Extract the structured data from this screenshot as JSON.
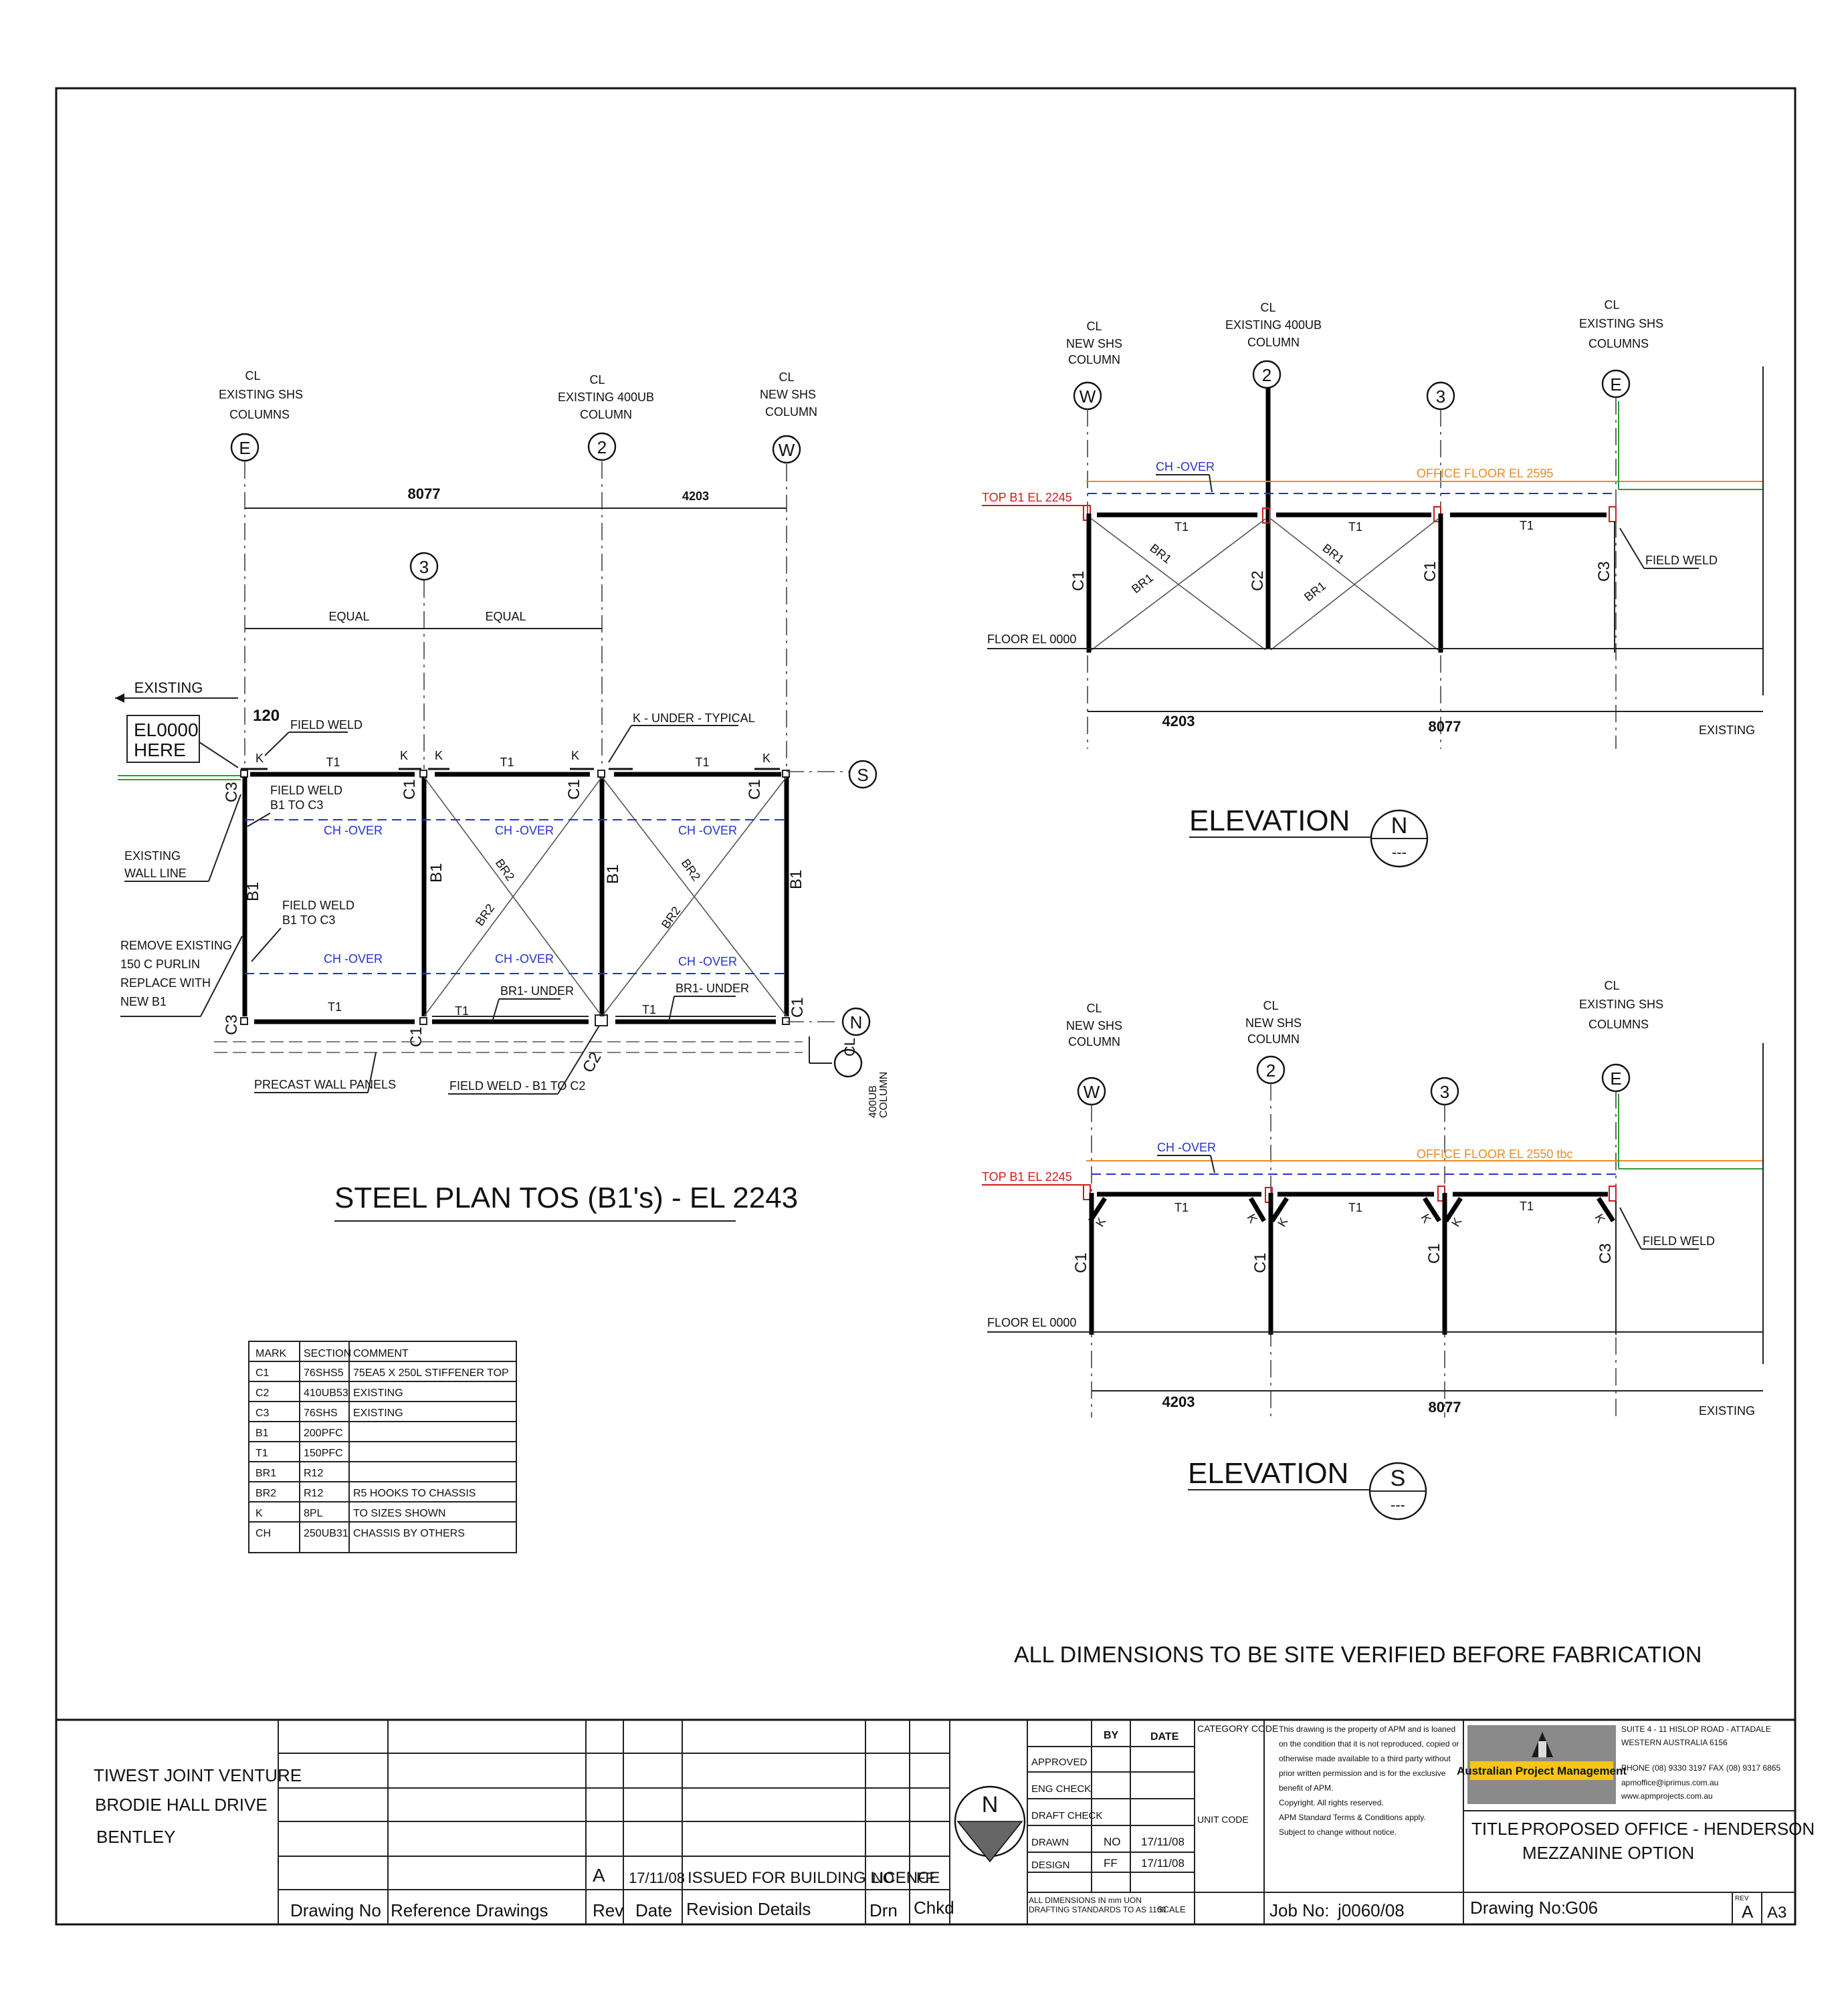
{
  "plan": {
    "title": "STEEL PLAN  TOS (B1's) - EL 2243",
    "grid_E": {
      "cl": "CL",
      "line1": "EXISTING SHS",
      "line2": "COLUMNS",
      "tag": "E"
    },
    "grid_2": {
      "cl": "CL",
      "line1": "EXISTING 400UB",
      "line2": "COLUMN",
      "tag": "2"
    },
    "grid_W": {
      "cl": "CL",
      "line1": "NEW SHS",
      "line2": "COLUMN",
      "tag": "W"
    },
    "grid_3": "3",
    "dim_8077": "8077",
    "dim_4203": "4203",
    "equal": "EQUAL",
    "existing": "EXISTING",
    "el0000_1": "EL0000",
    "el0000_2": "HERE",
    "dim_120": "120",
    "field_weld": "FIELD WELD",
    "k_under": "K - UNDER - TYPICAL",
    "k": "K",
    "t1": "T1",
    "c1": "C1",
    "c2": "C2",
    "c3": "C3",
    "b1": "B1",
    "br2": "BR2",
    "ch_over": "CH -OVER",
    "fw_b1c3_1": "FIELD WELD",
    "fw_b1c3_2": "B1 TO C3",
    "existing_wall_1": "EXISTING",
    "existing_wall_2": "WALL LINE",
    "remove_1": "REMOVE EXISTING",
    "remove_2": "150 C PURLIN",
    "remove_3": "REPLACE WITH",
    "remove_4": "NEW B1",
    "br1_under": "BR1- UNDER",
    "precast": "PRECAST WALL PANELS",
    "fw_b1c2": "FIELD WELD - B1 TO C2",
    "grid_S": "S",
    "grid_N": "N",
    "cl_400ub_1": "CL",
    "cl_400ub_2": "400UB",
    "cl_400ub_3": "COLUMN"
  },
  "schedule": {
    "headers": [
      "MARK",
      "SECTION",
      "COMMENT"
    ],
    "rows": [
      [
        "C1",
        "76SHS5",
        "75EA5 X 250L STIFFENER TOP"
      ],
      [
        "C2",
        "410UB53",
        "EXISTING"
      ],
      [
        "C3",
        "76SHS",
        "EXISTING"
      ],
      [
        "B1",
        "200PFC",
        ""
      ],
      [
        "T1",
        "150PFC",
        ""
      ],
      [
        "BR1",
        "R12",
        ""
      ],
      [
        "BR2",
        "R12",
        "R5 HOOKS TO CHASSIS"
      ],
      [
        "K",
        "8PL",
        "TO SIZES SHOWN"
      ],
      [
        "CH",
        "250UB31",
        "CHASSIS BY OTHERS"
      ]
    ]
  },
  "elev_n": {
    "title": "ELEVATION",
    "tag": "N",
    "tag_sub": "---",
    "grid_W": {
      "cl": "CL",
      "line1": "NEW SHS",
      "line2": "COLUMN",
      "tag": "W"
    },
    "grid_2": {
      "cl": "CL",
      "line1": "EXISTING 400UB",
      "line2": "COLUMN",
      "tag": "2"
    },
    "grid_3": "3",
    "grid_E": {
      "cl": "CL",
      "line1": "EXISTING SHS",
      "line2": "COLUMNS",
      "tag": "E"
    },
    "ch_over": "CH -OVER",
    "office_floor": "OFFICE FLOOR EL 2595",
    "top_b1": "TOP B1 EL 2245",
    "floor": "FLOOR EL 0000",
    "dim_4203": "4203",
    "dim_8077": "8077",
    "existing": "EXISTING",
    "field_weld": "FIELD WELD",
    "br1": "BR1"
  },
  "elev_s": {
    "title": "ELEVATION",
    "tag": "S",
    "tag_sub": "---",
    "grid_W": {
      "cl": "CL",
      "line1": "NEW SHS",
      "line2": "COLUMN",
      "tag": "W"
    },
    "grid_2": {
      "cl": "CL",
      "line1": "NEW SHS",
      "line2": "COLUMN",
      "tag": "2"
    },
    "grid_3": "3",
    "grid_E": {
      "cl": "CL",
      "line1": "EXISTING SHS",
      "line2": "COLUMNS",
      "tag": "E"
    },
    "ch_over": "CH -OVER",
    "office_floor": "OFFICE FLOOR EL 2550 tbc",
    "top_b1": "TOP B1 EL 2245",
    "floor": "FLOOR EL 0000",
    "dim_4203": "4203",
    "dim_8077": "8077",
    "existing": "EXISTING",
    "field_weld": "FIELD WELD"
  },
  "note": "ALL DIMENSIONS TO BE SITE VERIFIED BEFORE FABRICATION",
  "title_block": {
    "client_1": "TIWEST JOINT VENTURE",
    "client_2": "BRODIE HALL DRIVE",
    "client_3": "BENTLEY",
    "rev_row": {
      "rev": "A",
      "date": "17/11/08",
      "details": "ISSUED FOR BUILDING LICENCE",
      "drn": "NO",
      "chkd": "FF"
    },
    "headers": {
      "drawing_no": "Drawing No",
      "ref": "Reference Drawings",
      "rev": "Rev",
      "date": "Date",
      "details": "Revision Details",
      "drn": "Drn",
      "chkd": "Chkd"
    },
    "north": "N",
    "by": "BY",
    "date": "DATE",
    "approved": "APPROVED",
    "eng_check": "ENG CHECK",
    "draft_check": "DRAFT CHECK",
    "drawn": "DRAWN",
    "drawn_by": "NO",
    "drawn_date": "17/11/08",
    "design": "DESIGN",
    "design_by": "FF",
    "design_date": "17/11/08",
    "dims_note_1": "ALL DIMENSIONS IN mm UON",
    "dims_note_2": "DRAFTING STANDARDS TO AS 1100",
    "scale": "SCALE",
    "category_code": "CATEGORY CODE",
    "unit_code": "UNIT CODE",
    "copyright": [
      "This drawing is the property of APM and is loaned",
      "on the condition that it is not reproduced, copied or",
      "otherwise made available to a third party without",
      "prior written permission and is for the exclusive",
      "benefit of APM.",
      "Copyright. All rights reserved.",
      "APM Standard Terms & Conditions apply.",
      "Subject to change without notice."
    ],
    "company": "Australian Project Management",
    "address_1": "SUITE 4 - 11 HISLOP ROAD  -  ATTADALE",
    "address_2": "WESTERN AUSTRALIA  6156",
    "phone": "PHONE (08) 9330 3197    FAX (08) 9317 6865",
    "email": "apmoffice@iprimus.com.au",
    "web": "www.apmprojects.com.au",
    "title_label": "TITLE",
    "title_1": "PROPOSED OFFICE   - HENDERSON",
    "title_2": "MEZZANINE OPTION",
    "job_label": "Job No:",
    "job_no": "j0060/08",
    "drawing_label": "Drawing No:",
    "drawing_no": "G06",
    "rev_label": "REV",
    "rev": "A",
    "size": "A3",
    "logo_accent": "#f5c518",
    "logo_bg": "#8a8a8a"
  }
}
